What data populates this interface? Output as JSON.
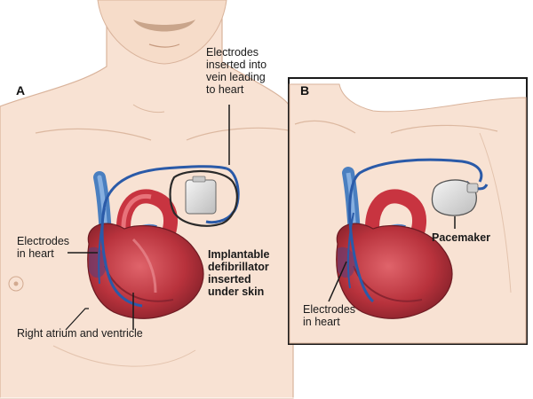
{
  "panel_a": {
    "letter": "A",
    "labels": {
      "electrodes_vein": "Electrodes\ninserted into\nvein leading\nto heart",
      "electrodes_heart": "Electrodes\nin heart",
      "defibrillator": "Implantable\ndefibrillator\ninserted\nunder skin",
      "atrium_ventricle": "Right atrium and ventricle"
    }
  },
  "panel_b": {
    "letter": "B",
    "labels": {
      "pacemaker": "Pacemaker",
      "electrodes_heart": "Electrodes\nin heart"
    }
  },
  "colors": {
    "skin": "#f6dcc9",
    "skin_line": "#d9b39b",
    "heart_red": "#b8323c",
    "vessel_blue": "#4a7fc0",
    "wire": "#2a5aa8",
    "device": "#e6e6e6"
  }
}
